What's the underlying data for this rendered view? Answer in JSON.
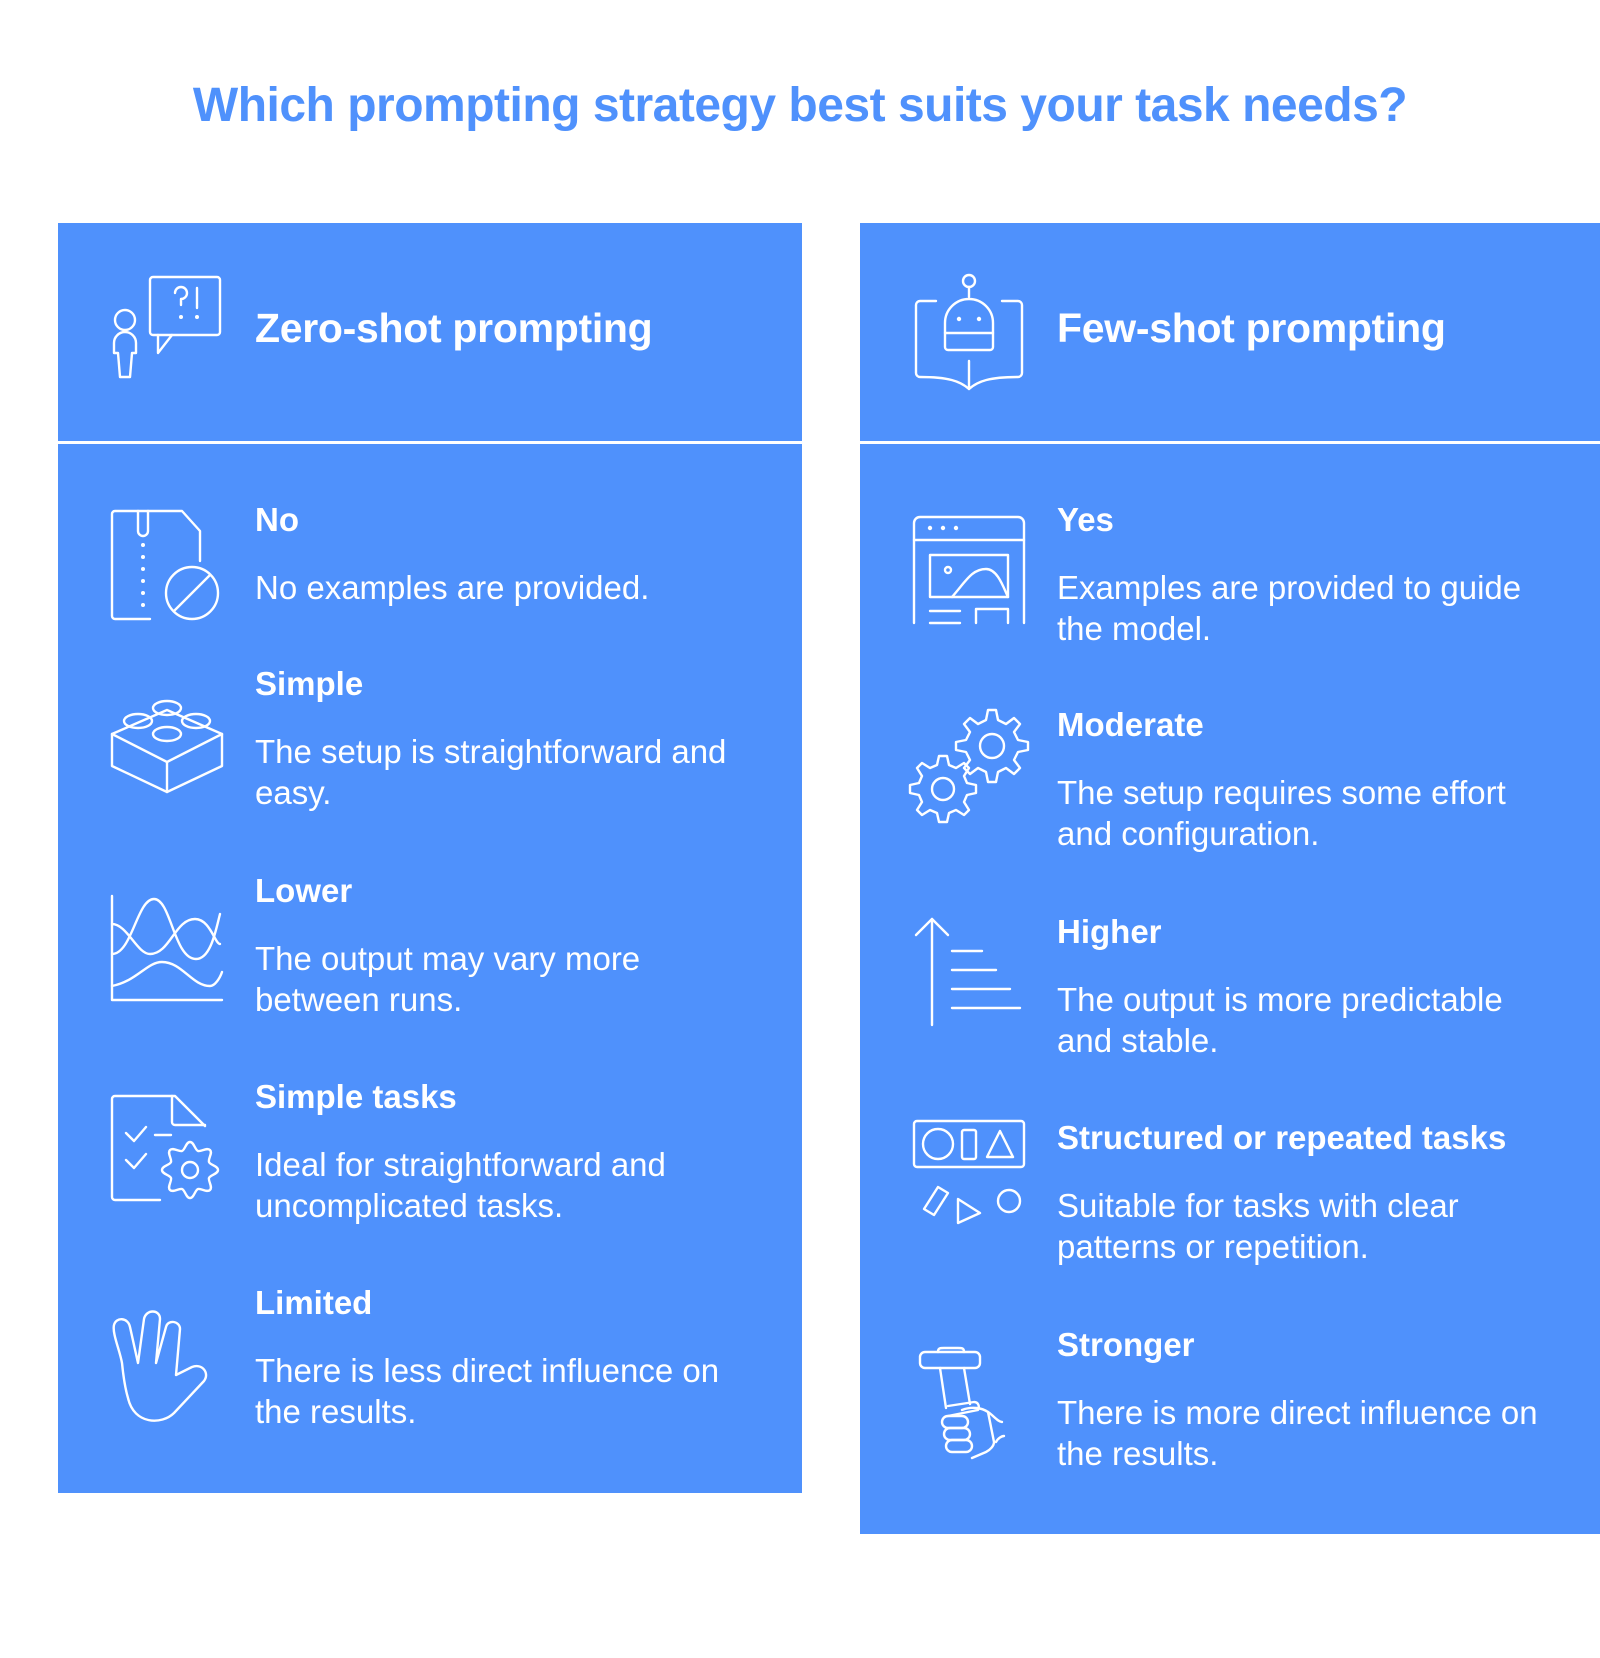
{
  "page": {
    "title": "Which prompting strategy best suits your task needs?"
  },
  "colors": {
    "accent": "#4f91fc",
    "panel_text": "#ffffff",
    "background": "#ffffff"
  },
  "panels": [
    {
      "title": "Zero-shot prompting",
      "icon": "person-question-bubble-icon",
      "items": [
        {
          "title": "No",
          "description": "No examples are provided.",
          "icon": "file-zip-prohibited-icon"
        },
        {
          "title": "Simple",
          "description": "The setup is straightforward and easy.",
          "icon": "lego-brick-icon"
        },
        {
          "title": "Lower",
          "description": "The output may vary more between runs.",
          "icon": "wave-chart-icon"
        },
        {
          "title": "Simple tasks",
          "description": "Ideal for straightforward and uncomplicated tasks.",
          "icon": "checklist-gear-icon"
        },
        {
          "title": "Limited",
          "description": "There is less direct influence on the results.",
          "icon": "hand-icon"
        }
      ]
    },
    {
      "title": "Few-shot prompting",
      "icon": "robot-book-icon",
      "items": [
        {
          "title": "Yes",
          "description": "Examples are provided to guide the model.",
          "icon": "browser-image-icon"
        },
        {
          "title": "Moderate",
          "description": "The setup requires some effort and configuration.",
          "icon": "gears-icon"
        },
        {
          "title": "Higher",
          "description": "The output is more predictable and stable.",
          "icon": "arrow-up-lines-icon"
        },
        {
          "title": "Structured or repeated tasks",
          "description": "Suitable for tasks with clear patterns or repetition.",
          "icon": "shapes-sorter-icon"
        },
        {
          "title": "Stronger",
          "description": "There is more direct influence on the results.",
          "icon": "hand-grip-icon"
        }
      ]
    }
  ]
}
